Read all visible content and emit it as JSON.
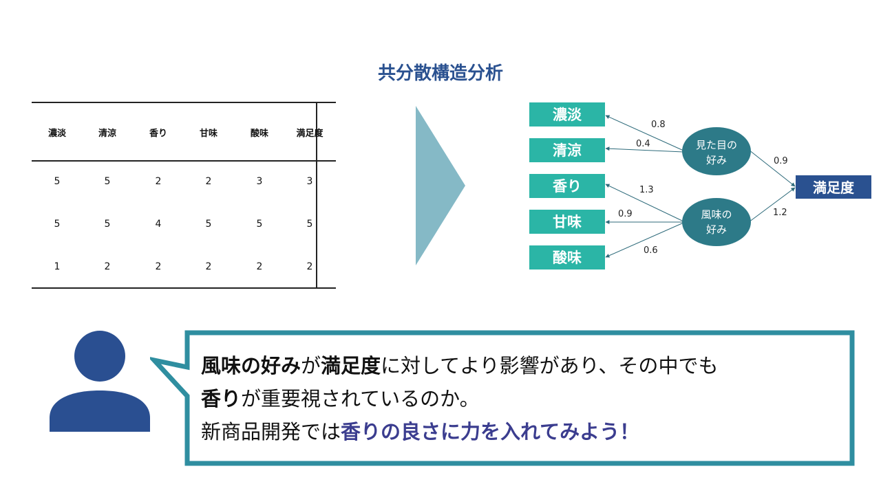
{
  "title": "共分散構造分析",
  "table": {
    "headers": [
      "濃淡",
      "清涼",
      "香り",
      "甘味",
      "酸味",
      "満足度"
    ],
    "rows": [
      [
        "5",
        "5",
        "2",
        "2",
        "3",
        "3"
      ],
      [
        "5",
        "5",
        "4",
        "5",
        "5",
        "5"
      ],
      [
        "1",
        "2",
        "2",
        "2",
        "2",
        "2"
      ]
    ]
  },
  "diagram": {
    "observed": [
      "濃淡",
      "清涼",
      "香り",
      "甘味",
      "酸味"
    ],
    "latent": [
      {
        "line1": "見た目の",
        "line2": "好み"
      },
      {
        "line1": "風味の",
        "line2": "好み"
      }
    ],
    "outcome": "満足度",
    "weights": {
      "appearance_koutan": "0.8",
      "appearance_seiryou": "0.4",
      "flavor_kaori": "1.3",
      "flavor_amami": "0.9",
      "flavor_sanmi": "0.6",
      "appearance_satisfaction": "0.9",
      "flavor_satisfaction": "1.2"
    },
    "colors": {
      "observed": "#2bb5a6",
      "latent": "#2d7a88",
      "outcome": "#2a5190"
    }
  },
  "message": {
    "line1": {
      "p1": "風味の好み",
      "p2": "が",
      "p3": "満足度",
      "p4": "に対してより影響があり、その中でも"
    },
    "line2": {
      "p1": "香り",
      "p2": "が重要視されているのか。"
    },
    "line3": {
      "p1": "新商品開発では",
      "p2": "香りの良さに力を入れてみよう！"
    }
  },
  "colors": {
    "title": "#2a5190",
    "bubble_border": "#2f8ea0",
    "person": "#2a4f91",
    "arrow": "#85b9c6"
  }
}
